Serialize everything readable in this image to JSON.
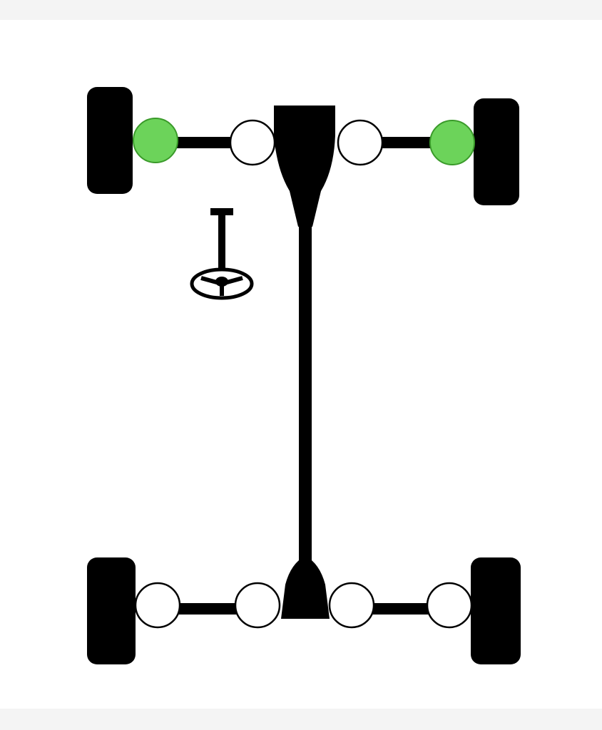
{
  "diagram": {
    "type": "drivetrain-layout",
    "colors": {
      "structure": "#000000",
      "joint_fill": "#ffffff",
      "joint_stroke": "#000000",
      "highlight": "#6cd35a",
      "highlight_stroke": "#3a9a2a",
      "background": "#ffffff"
    },
    "icons": {
      "steering": "steering-wheel-icon"
    },
    "front_axle": {
      "wheels": [
        "front-left",
        "front-right"
      ],
      "joints": [
        {
          "id": "front-left-outer",
          "highlighted": true
        },
        {
          "id": "front-left-inner",
          "highlighted": false
        },
        {
          "id": "front-right-inner",
          "highlighted": false
        },
        {
          "id": "front-right-outer",
          "highlighted": true
        }
      ]
    },
    "rear_axle": {
      "wheels": [
        "rear-left",
        "rear-right"
      ],
      "joints": [
        {
          "id": "rear-left-outer",
          "highlighted": false
        },
        {
          "id": "rear-left-inner",
          "highlighted": false
        },
        {
          "id": "rear-right-inner",
          "highlighted": false
        },
        {
          "id": "rear-right-outer",
          "highlighted": false
        }
      ]
    }
  }
}
